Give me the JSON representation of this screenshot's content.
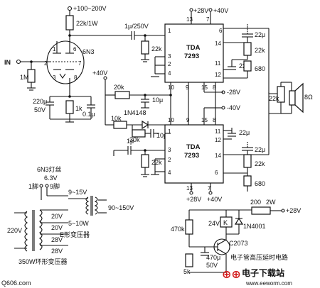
{
  "supply": {
    "hv": "+100~200V",
    "v28_a": "+28V",
    "v40_a": "+40V",
    "v28_b": "+28V",
    "v40_b": "+40V",
    "neg28": "-28V",
    "neg40": "-40V",
    "p40": "+40V",
    "p28_out": "+28V"
  },
  "input": {
    "label": "IN"
  },
  "tube": {
    "name": "6N3",
    "pins": [
      "1",
      "2",
      "3",
      "6",
      "7",
      "8"
    ]
  },
  "ic1": {
    "line1": "TDA",
    "line2": "7293",
    "pins": {
      "p13": "13",
      "p7": "7",
      "p6": "6",
      "p1": "1",
      "p3": "3",
      "p2": "2",
      "p4": "4",
      "p10": "10",
      "p9": "9",
      "p15": "15",
      "p8": "8",
      "p14": "14",
      "p11": "11",
      "p12": "12"
    }
  },
  "ic2": {
    "line1": "TDA",
    "line2": "7293",
    "pins": {
      "p10": "10",
      "p9": "9",
      "p15": "15",
      "p8": "8",
      "p13": "13",
      "p7": "7",
      "p1": "1",
      "p3": "3",
      "p2": "2",
      "p4": "4",
      "p11": "11",
      "p12": "12",
      "p14": "14",
      "p6": "6"
    }
  },
  "components": {
    "r_plate": "22k/1W",
    "c_coupling": "1μ/250V",
    "r_grid": "1M",
    "c_cath": "220μ",
    "c_cath_v": "50V",
    "r_cath": "1k",
    "c_cath2": "0.1μ",
    "r_ic1_in": "22k",
    "r_fb": "20k",
    "c10_a": "10μ",
    "diode1": "1N4148",
    "r_10k": "10k",
    "r_30k": "30k",
    "c10_b": "10μ",
    "c1_ic2": "1μ",
    "r_ic2_in": "22k",
    "c22_a": "22μ",
    "r22_a": "22k",
    "c22_b": "22μ",
    "r680_a": "680",
    "c22_c": "22μ",
    "c22_d": "22μ",
    "r22_b": "22k",
    "r680_b": "680",
    "r_load": "22k",
    "speaker": "8Ω"
  },
  "transformer": {
    "title": "6N3灯丝",
    "v_fil": "6.3V",
    "pin1": "1脚",
    "pin9": "9脚",
    "v_9_15": "9~15V",
    "v_5_10": "5~10W",
    "mains": "220V",
    "sec_a": "20V",
    "sec_b": "20V",
    "sec_c": "28V",
    "sec_d": "28V",
    "v_90_150": "90~150V",
    "e_xfmr": "E形变压器",
    "toroid": "350W环形变压器"
  },
  "delay": {
    "r200": "200",
    "w2": "2W",
    "relay_v": "24V",
    "relay_k": "K",
    "diode": "1N4001",
    "r470k": "470k",
    "transistor": "C2073",
    "c470": "470μ",
    "c470_v": "50V",
    "r5k": "5k",
    "caption": "电子管高压延时电路"
  },
  "watermark": {
    "left": "Q606.com",
    "brand": "电子下载站",
    "url": "www.eeworm.com"
  }
}
